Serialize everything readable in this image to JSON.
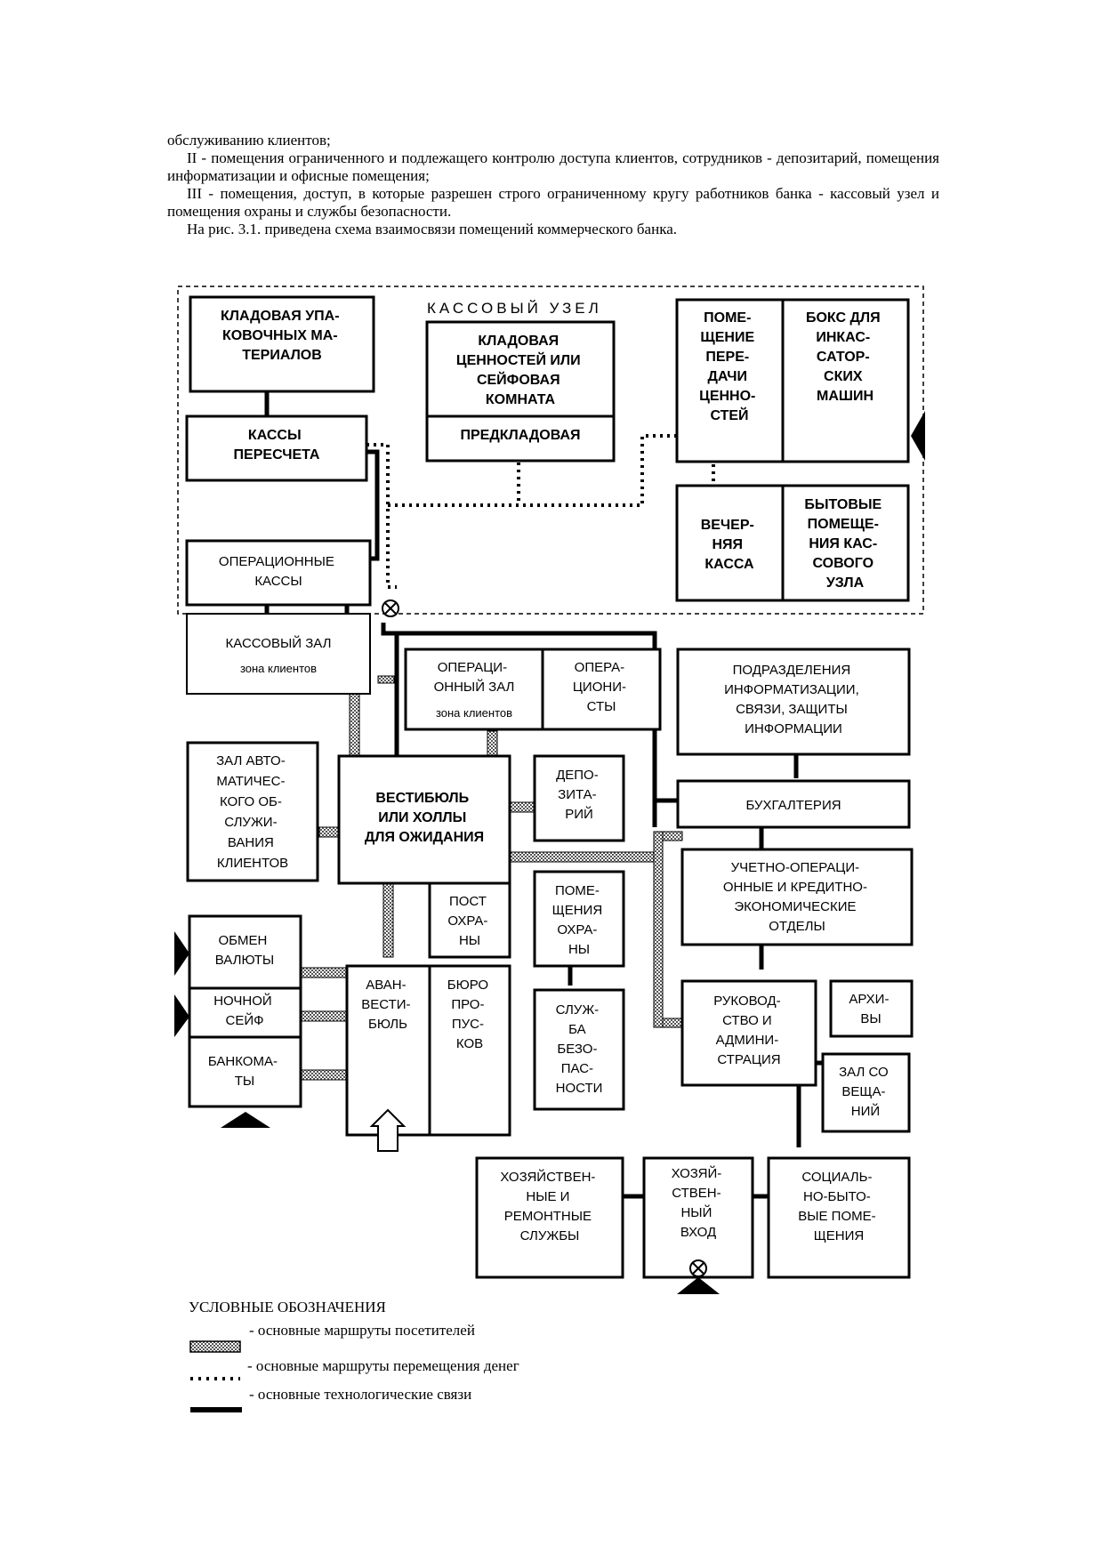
{
  "intro": {
    "line1": "обслуживанию клиентов;",
    "para2": "II - помещения ограниченного и подлежащего контролю доступа клиентов, сотрудников - депозитарий, помещения информатизации и офисные помещения;",
    "para3": "III - помещения, доступ, в которые разрешен строго ограниченному кругу работников банка - кассовый узел и помещения охраны и службы безопасности.",
    "para4": "На рис. 3.1. приведена схема взаимосвязи помещений коммерческого банка."
  },
  "diagram": {
    "zone_title": "КАССОВЫЙ УЗЕЛ",
    "rooms": {
      "storage_packing": [
        "КЛАДОВАЯ УПА-",
        "КОВОЧНЫХ МА-",
        "ТЕРИАЛОВ"
      ],
      "recount": [
        "КАССЫ",
        "ПЕРЕСЧЕТА"
      ],
      "vault": [
        "КЛАДОВАЯ",
        "ЦЕННОСТЕЙ ИЛИ",
        "СЕЙФОВАЯ",
        "КОМНАТА"
      ],
      "pre_vault": [
        "ПРЕДКЛАДОВАЯ"
      ],
      "transfer": [
        "ПОМЕ-",
        "ЩЕНИЕ",
        "ПЕРЕ-",
        "ДАЧИ",
        "ЦЕННО-",
        "СТЕЙ"
      ],
      "collector_box": [
        "БОКС ДЛЯ",
        "ИНКАС-",
        "САТОР-",
        "СКИХ",
        "МАШИН"
      ],
      "evening_cash": [
        "ВЕЧЕР-",
        "НЯЯ",
        "КАССА"
      ],
      "cash_staff": [
        "БЫТОВЫЕ",
        "ПОМЕЩЕ-",
        "НИЯ КАС-",
        "СОВОГО",
        "УЗЛА"
      ],
      "operational_cash": [
        "ОПЕРАЦИОННЫЕ",
        "КАССЫ"
      ],
      "cash_hall": [
        "КАССОВЫЙ ЗАЛ"
      ],
      "cash_hall_sub": "зона клиентов",
      "op_hall": [
        "ОПЕРАЦИ-",
        "ОННЫЙ ЗАЛ"
      ],
      "op_hall_sub": "зона клиентов",
      "operators": [
        "ОПЕРА-",
        "ЦИОНИ-",
        "СТЫ"
      ],
      "it_dept": [
        "ПОДРАЗДЕЛЕНИЯ",
        "ИНФОРМАТИЗАЦИИ,",
        "СВЯЗИ, ЗАЩИТЫ",
        "ИНФОРМАЦИИ"
      ],
      "atm_hall": [
        "ЗАЛ АВТО-",
        "МАТИЧЕС-",
        "КОГО ОБ-",
        "СЛУЖИ-",
        "ВАНИЯ",
        "КЛИЕНТОВ"
      ],
      "lobby": [
        "ВЕСТИБЮЛЬ",
        "ИЛИ ХОЛЛЫ",
        "ДЛЯ ОЖИДАНИЯ"
      ],
      "depository": [
        "ДЕПО-",
        "ЗИТА-",
        "РИЙ"
      ],
      "accounting": [
        "БУХГАЛТЕРИЯ"
      ],
      "credit_dept": [
        "УЧЕТНО-ОПЕРАЦИ-",
        "ОННЫЕ И КРЕДИТНО-",
        "ЭКОНОМИЧЕСКИЕ",
        "ОТДЕЛЫ"
      ],
      "guard_post": [
        "ПОСТ",
        "ОХРА-",
        "НЫ"
      ],
      "guard_rooms": [
        "ПОМЕ-",
        "ЩЕНИЯ",
        "ОХРА-",
        "НЫ"
      ],
      "exchange": [
        "ОБМЕН",
        "ВАЛЮТЫ"
      ],
      "night_safe": [
        "НОЧНОЙ",
        "СЕЙФ"
      ],
      "atms": [
        "БАНКОМА-",
        "ТЫ"
      ],
      "pre_lobby": [
        "АВАН-",
        "ВЕСТИ-",
        "БЮЛЬ"
      ],
      "pass_office": [
        "БЮРО",
        "ПРО-",
        "ПУС-",
        "КОВ"
      ],
      "security": [
        "СЛУЖ-",
        "БА",
        "БЕЗО-",
        "ПАС-",
        "НОСТИ"
      ],
      "management": [
        "РУКОВОД-",
        "СТВО И",
        "АДМИНИ-",
        "СТРАЦИЯ"
      ],
      "archive": [
        "АРХИ-",
        "ВЫ"
      ],
      "meeting": [
        "ЗАЛ СО",
        "ВЕЩА-",
        "НИЙ"
      ],
      "maintenance": [
        "ХОЗЯЙСТВЕН-",
        "НЫЕ И",
        "РЕМОНТНЫЕ",
        "СЛУЖБЫ"
      ],
      "service_entry": [
        "ХОЗЯЙ-",
        "СТВЕН-",
        "НЫЙ",
        "ВХОД"
      ],
      "social": [
        "СОЦИАЛЬ-",
        "НО-БЫТО-",
        "ВЫЕ ПОМЕ-",
        "ЩЕНИЯ"
      ]
    }
  },
  "legend": {
    "title": "УСЛОВНЫЕ ОБОЗНАЧЕНИЯ",
    "visitors": "- основные маршруты посетителей",
    "money": "- основные маршруты перемещения денег",
    "tech": "- основные технологические связи"
  }
}
